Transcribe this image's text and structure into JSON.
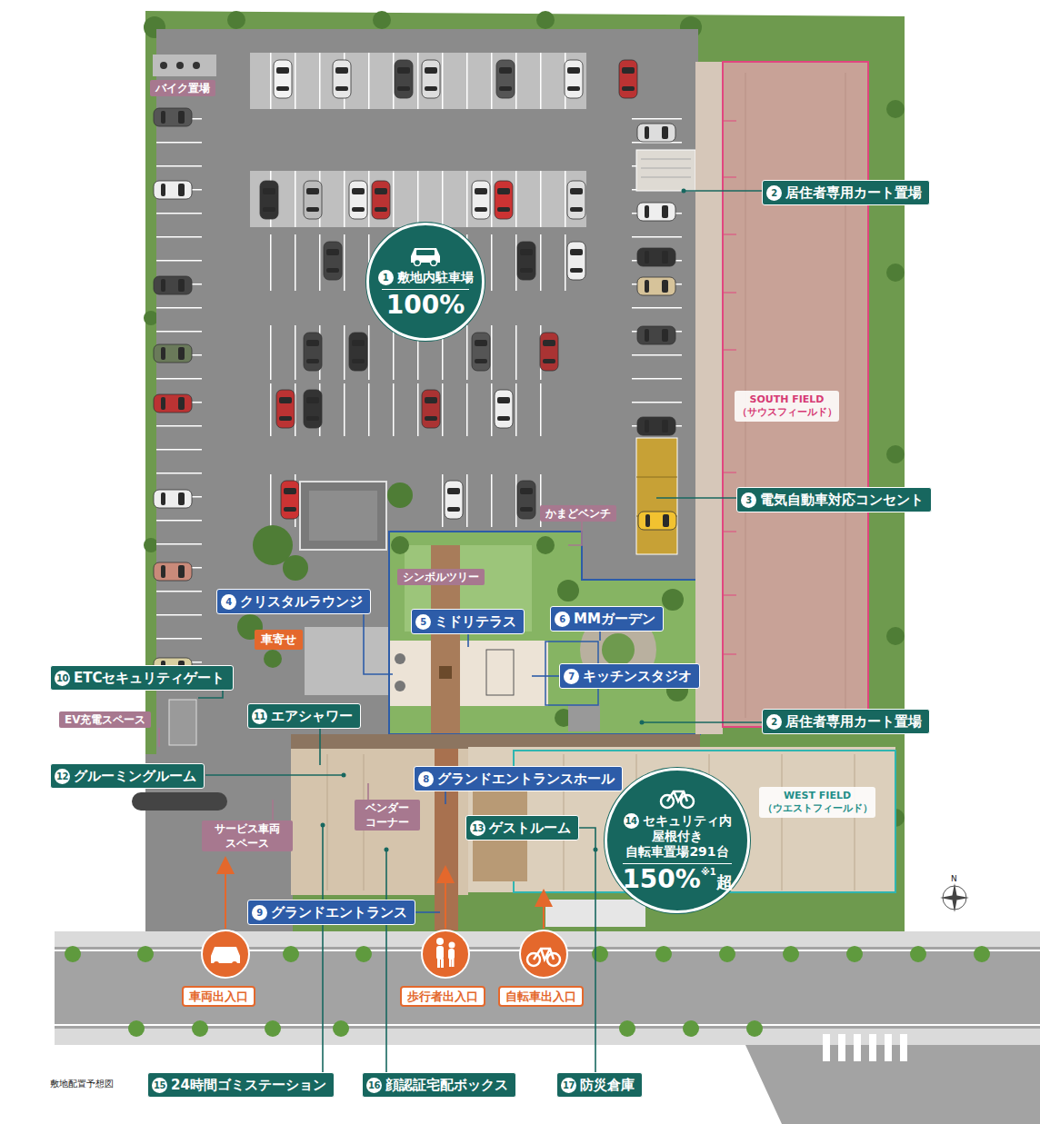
{
  "diagram": {
    "nodes": [
      {
        "text": [
          "バイク置場"
        ]
      },
      {
        "text": [
          "2",
          "居住者専用カート置場"
        ]
      },
      {
        "text": [
          "1",
          "敷地内駐車場",
          "100%"
        ]
      },
      {
        "text": [
          "SOUTH FIELD （サウスフィールド）"
        ]
      },
      {
        "text": [
          "かまどベンチ"
        ]
      },
      {
        "text": [
          "3",
          "電気自動車対応コンセント"
        ]
      },
      {
        "text": [
          "シンボルツリー"
        ]
      },
      {
        "text": [
          "4",
          "クリスタルラウンジ"
        ]
      },
      {
        "text": [
          "5",
          "ミドリテラス"
        ]
      },
      {
        "text": [
          "6",
          "MMガーデン"
        ]
      },
      {
        "text": [
          "車寄せ"
        ]
      },
      {
        "text": [
          "7",
          "キッチンスタジオ"
        ]
      },
      {
        "text": [
          "10",
          "ETCセキュリティゲート"
        ]
      },
      {
        "text": [
          "11",
          "エアシャワー"
        ]
      },
      {
        "text": [
          "2",
          "居住者専用カート置場"
        ]
      },
      {
        "text": [
          "EV充電スペース"
        ]
      },
      {
        "text": [
          "12",
          "グルーミングルーム"
        ]
      },
      {
        "text": [
          "8",
          "グランドエントランスホール"
        ]
      },
      {
        "text": [
          "WEST FIELD （ウエストフィールド）"
        ]
      },
      {
        "text": [
          "ベンダー コーナー"
        ]
      },
      {
        "text": [
          "サービス車両 スペース"
        ]
      },
      {
        "text": [
          "13",
          "ゲストルーム"
        ]
      },
      {
        "text": [
          "14",
          "セキュリティ内 屋根付き 自転車置場291台",
          "150%",
          "※1",
          "超"
        ]
      },
      {
        "text": [
          "9",
          "グランドエントランス"
        ]
      },
      {
        "text": [
          "車両出入口"
        ]
      },
      {
        "text": [
          "歩行者出入口"
        ]
      },
      {
        "text": [
          "自転車出入口"
        ]
      },
      {
        "text": [
          "15",
          "24時間ゴミステーション"
        ]
      },
      {
        "text": [
          "16",
          "顔認証宅配ボックス"
        ]
      },
      {
        "text": [
          "17",
          "防災倉庫"
        ]
      }
    ],
    "labels": [
      "敷地配置予想図",
      "N"
    ]
  }
}
